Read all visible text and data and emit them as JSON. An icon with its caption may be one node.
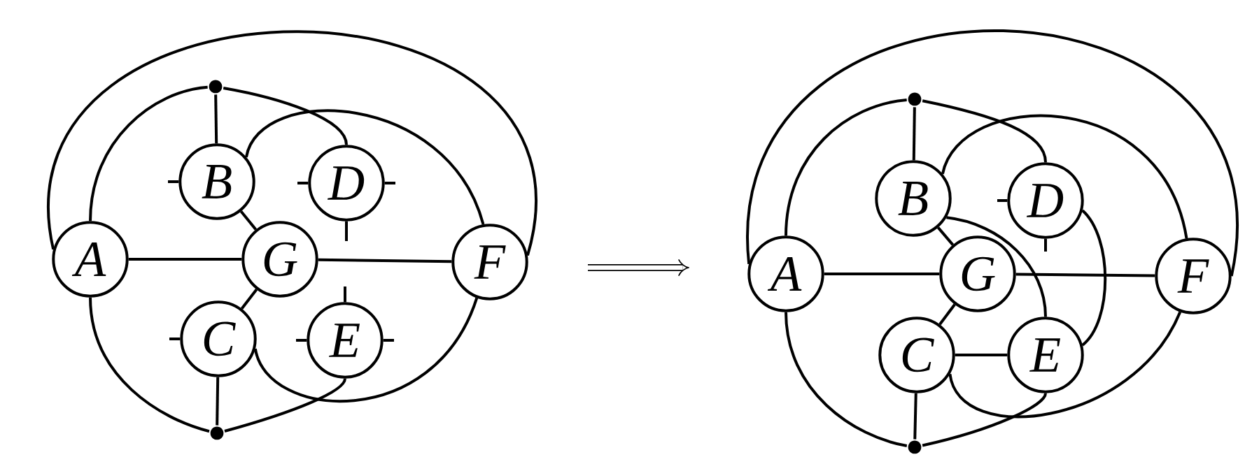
{
  "diagram": {
    "nodes": [
      {
        "text": [],
        "shape": "circle"
      },
      {
        "text": [
          "B"
        ]
      },
      {
        "text": [
          "D"
        ]
      },
      {
        "text": [
          "A"
        ]
      },
      {
        "text": [
          "G"
        ]
      },
      {
        "text": [
          "F"
        ]
      },
      {
        "text": [
          "C"
        ]
      },
      {
        "text": [
          "E"
        ]
      },
      {
        "text": [],
        "shape": "circle"
      },
      {
        "text": [],
        "shape": "circle"
      },
      {
        "text": [
          "B"
        ]
      },
      {
        "text": [
          "D"
        ]
      },
      {
        "text": [
          "A"
        ]
      },
      {
        "text": [
          "G"
        ]
      },
      {
        "text": [
          "F"
        ]
      },
      {
        "text": [
          "C"
        ]
      },
      {
        "text": [
          "E"
        ]
      },
      {
        "text": [],
        "shape": "circle"
      }
    ],
    "edges": [
      {
        "from": 0,
        "to": 1,
        "arrow": "none"
      },
      {
        "from": 0,
        "to": 3,
        "arrow": "none"
      },
      {
        "from": 0,
        "to": 2,
        "arrow": "none"
      },
      {
        "from": 1,
        "to": 5,
        "arrow": "none"
      },
      {
        "from": 3,
        "to": 5,
        "arrow": "none"
      },
      {
        "from": 1,
        "to": 4,
        "arrow": "none"
      },
      {
        "from": 3,
        "to": 4,
        "arrow": "none"
      },
      {
        "from": 4,
        "to": 5,
        "arrow": "none"
      },
      {
        "from": 4,
        "to": 6,
        "arrow": "none"
      },
      {
        "from": 8,
        "to": 6,
        "arrow": "none"
      },
      {
        "from": 8,
        "to": 3,
        "arrow": "none"
      },
      {
        "from": 8,
        "to": 7,
        "arrow": "none"
      },
      {
        "from": 6,
        "to": 5,
        "arrow": "none"
      },
      {
        "from": 1,
        "to": null,
        "arrow": "none"
      },
      {
        "from": 2,
        "to": null,
        "arrow": "none"
      },
      {
        "from": 2,
        "to": null,
        "arrow": "none"
      },
      {
        "from": 2,
        "to": null,
        "arrow": "none"
      },
      {
        "from": 7,
        "to": null,
        "arrow": "none"
      },
      {
        "from": 7,
        "to": null,
        "arrow": "none"
      },
      {
        "from": 7,
        "to": null,
        "arrow": "none"
      },
      {
        "from": 6,
        "to": null,
        "arrow": "none"
      },
      {
        "from": 9,
        "to": 10,
        "arrow": "none"
      },
      {
        "from": 9,
        "to": 12,
        "arrow": "none"
      },
      {
        "from": 9,
        "to": 11,
        "arrow": "none"
      },
      {
        "from": 10,
        "to": 14,
        "arrow": "none"
      },
      {
        "from": 12,
        "to": 14,
        "arrow": "none"
      },
      {
        "from": 10,
        "to": 13,
        "arrow": "none"
      },
      {
        "from": 12,
        "to": 13,
        "arrow": "none"
      },
      {
        "from": 13,
        "to": 14,
        "arrow": "none"
      },
      {
        "from": 13,
        "to": 15,
        "arrow": "none"
      },
      {
        "from": 15,
        "to": 16,
        "arrow": "none"
      },
      {
        "from": 10,
        "to": 16,
        "arrow": "none"
      },
      {
        "from": 11,
        "to": 16,
        "arrow": "none"
      },
      {
        "from": 17,
        "to": 15,
        "arrow": "none"
      },
      {
        "from": 17,
        "to": 12,
        "arrow": "none"
      },
      {
        "from": 17,
        "to": 16,
        "arrow": "none"
      },
      {
        "from": 15,
        "to": 14,
        "arrow": "none"
      },
      {
        "from": 11,
        "to": null,
        "arrow": "none"
      },
      {
        "from": 11,
        "to": null,
        "arrow": "none"
      }
    ]
  }
}
